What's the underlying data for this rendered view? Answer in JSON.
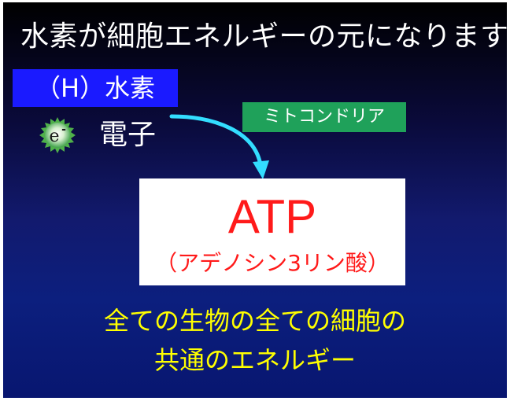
{
  "title": "水素が細胞エネルギーの元になります",
  "hydrogen_label": "（H）水素",
  "electron": {
    "symbol": "e",
    "superscript": "-",
    "label": "電子",
    "icon": "electron-icon"
  },
  "mitochondria_label": "ミトコンドリア",
  "atp": {
    "title": "ATP",
    "subtitle": "（アデノシン3リン酸）"
  },
  "bottom_lines": [
    "全ての生物の全ての細胞の",
    "共通のエネルギー"
  ],
  "colors": {
    "hydrogen_box": "#1a1aff",
    "mitochondria_box": "#1fa15a",
    "atp_text": "#ff1a1a",
    "bottom_text": "#ffff00",
    "arrow": "#33ddff"
  }
}
